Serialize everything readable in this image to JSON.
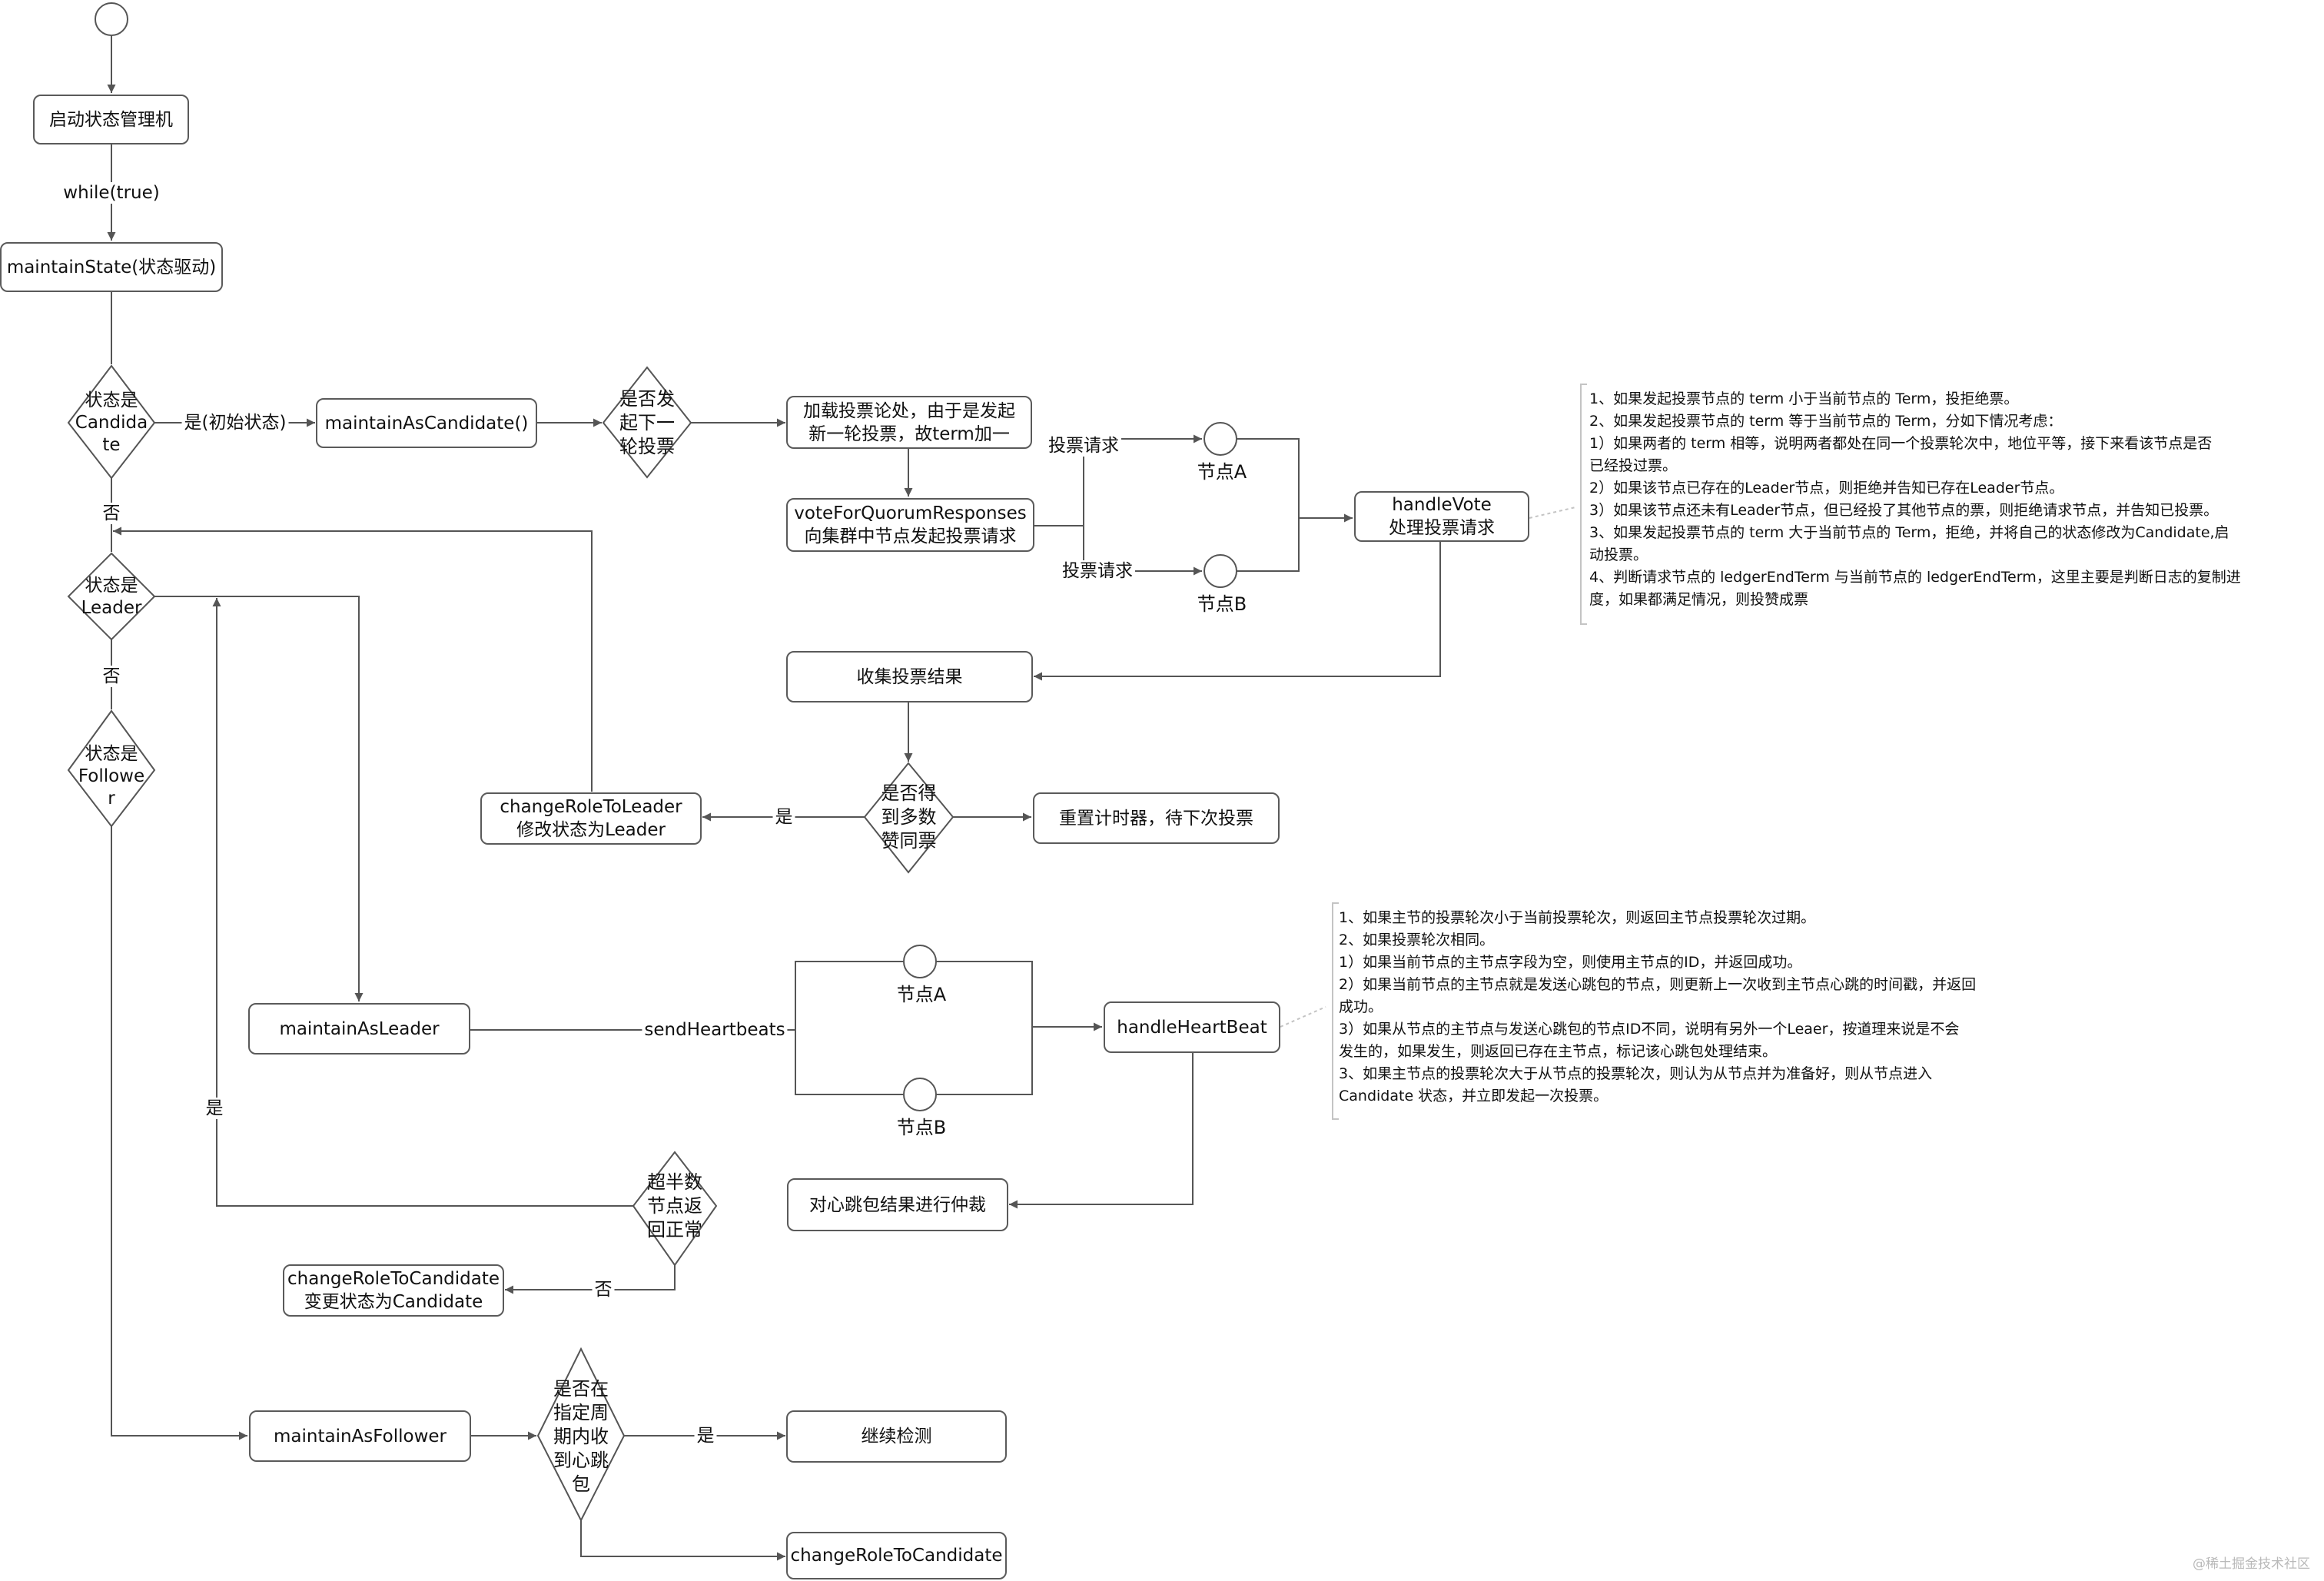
{
  "nodes": {
    "start_machine": "启动状态管理机",
    "maintain_state": "maintainState(状态驱动)",
    "is_candidate": "状态是\nCandida\nte",
    "maintain_as_candidate": "maintainAsCandidate()",
    "next_round": "是否发\n起下一\n轮投票",
    "load_vote": "加载投票论处，由于是发起\n新一轮投票，故term加一",
    "vote_quorum": "voteForQuorumResponses\n向集群中节点发起投票请求",
    "handle_vote": "handleVote\n处理投票请求",
    "collect_results": "收集投票结果",
    "majority_votes": "是否得\n到多数\n赞同票",
    "reset_timer": "重置计时器，待下次投票",
    "change_to_leader": "changeRoleToLeader\n修改状态为Leader",
    "is_leader": "状态是\nLeader",
    "is_follower": "状态是\nFollowe\nr",
    "maintain_as_leader": "maintainAsLeader",
    "handle_heartbeat": "handleHeartBeat",
    "arbitrate_heartbeat": "对心跳包结果进行仲裁",
    "half_nodes_ok": "超半数\n节点返\n回正常",
    "change_to_candidate_cn": "changeRoleToCandidate\n变更状态为Candidate",
    "maintain_as_follower": "maintainAsFollower",
    "heartbeat_in_period": "是否在\n指定周\n期内收\n到心跳\n包",
    "continue_check": "继续检测",
    "change_to_candidate": "changeRoleToCandidate"
  },
  "nodes_circles": {
    "vote_node_a": "节点A",
    "vote_node_b": "节点B",
    "hb_node_a": "节点A",
    "hb_node_b": "节点B"
  },
  "edge_labels": {
    "while_true": "while(true)",
    "yes_initial": "是(初始状态)",
    "no_candidate": "否",
    "vote_request_a": "投票请求",
    "vote_request_b": "投票请求",
    "yes_leader_change": "是",
    "no_leader": "否",
    "send_heartbeats": "sendHeartbeats",
    "yes_half": "是",
    "no_half": "否",
    "yes_follower": "是"
  },
  "notes": {
    "vote_rules": "1、如果发起投票节点的 term 小于当前节点的 Term，投拒绝票。\n2、如果发起投票节点的 term 等于当前节点的 Term，分如下情况考虑：\n   1）如果两者的 term 相等，说明两者都处在同一个投票轮次中，地位平等，接下来看该节点是否\n已经投过票。\n   2）如果该节点已存在的Leader节点，则拒绝并告知已存在Leader节点。\n   3）如果该节点还未有Leader节点，但已经投了其他节点的票，则拒绝请求节点，并告知已投票。\n3、如果发起投票节点的 term 大于当前节点的 Term，拒绝，并将自己的状态修改为Candidate,启\n动投票。\n4、判断请求节点的 ledgerEndTerm 与当前节点的 ledgerEndTerm，这里主要是判断日志的复制进\n度，如果都满足情况，则投赞成票",
    "heartbeat_rules": "1、如果主节的投票轮次小于当前投票轮次，则返回主节点投票轮次过期。\n2、如果投票轮次相同。\n   1）如果当前节点的主节点字段为空，则使用主节点的ID，并返回成功。\n   2）如果当前节点的主节点就是发送心跳包的节点，则更新上一次收到主节点心跳的时间戳，并返回\n         成功。\n   3）如果从节点的主节点与发送心跳包的节点ID不同，说明有另外一个Leaer，按道理来说是不会\n         发生的，如果发生，则返回已存在主节点，标记该心跳包处理结束。\n3、如果主节点的投票轮次大于从节点的投票轮次，则认为从节点并为准备好，则从节点进入\nCandidate 状态，并立即发起一次投票。"
  },
  "watermark": "@稀土掘金技术社区",
  "colors": {
    "line": "#555555",
    "note_line": "#c4c4c4"
  }
}
